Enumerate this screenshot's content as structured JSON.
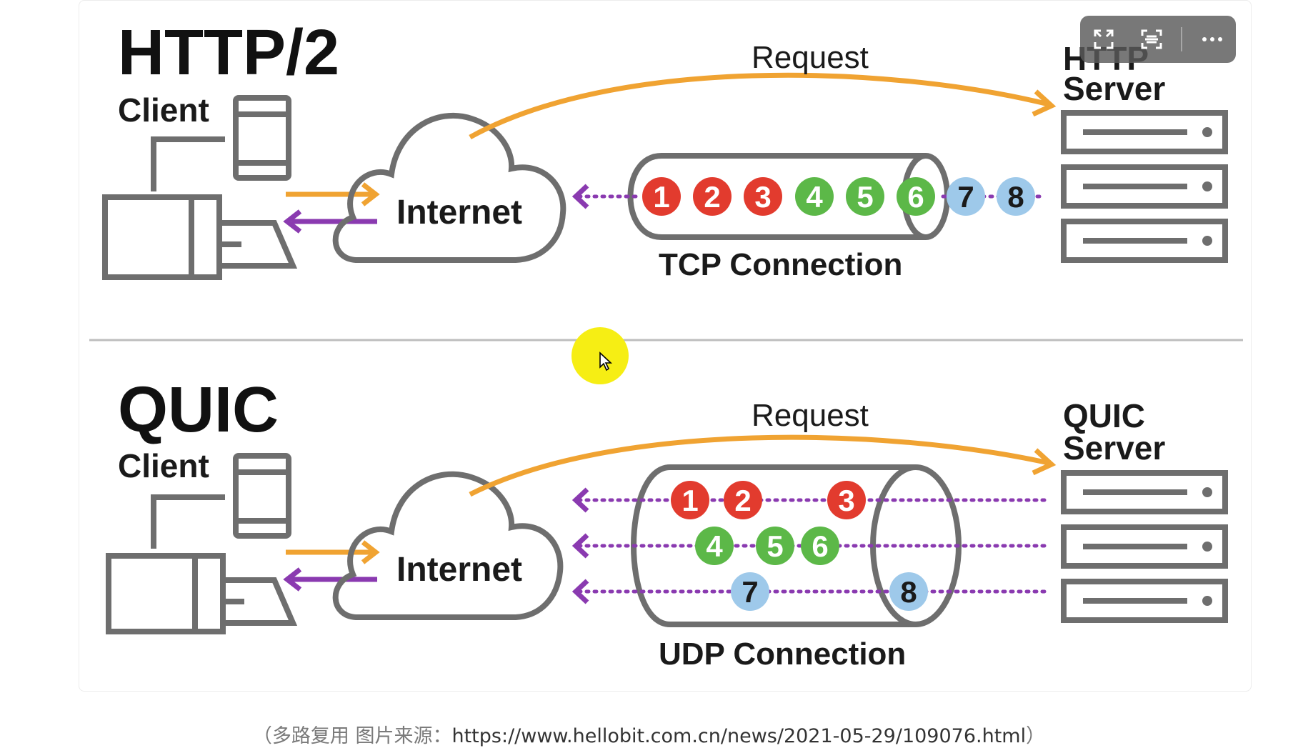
{
  "http2": {
    "title": "HTTP/2",
    "client_label": "Client",
    "internet_label": "Internet",
    "request_label": "Request",
    "server_label_line1": "HTTP",
    "server_label_line2": "Server",
    "connection_label": "TCP Connection",
    "packets": [
      "1",
      "2",
      "3",
      "4",
      "5",
      "6",
      "7",
      "8"
    ]
  },
  "quic": {
    "title": "QUIC",
    "client_label": "Client",
    "internet_label": "Internet",
    "request_label": "Request",
    "server_label_line1": "QUIC",
    "server_label_line2": "Server",
    "connection_label": "UDP Connection",
    "packets": [
      "1",
      "2",
      "3",
      "4",
      "5",
      "6",
      "7",
      "8"
    ]
  },
  "colors": {
    "red": "#e23b2e",
    "green": "#5cb848",
    "blue": "#9ec9ea",
    "orange": "#f0a332",
    "purple": "#8a3ab0",
    "gray": "#6e6e6e",
    "text": "#1a1a1a"
  },
  "toolbar": {
    "fullscreen_icon": "fullscreen-icon",
    "scan_icon": "scan-text-icon",
    "more_icon": "more-icon"
  },
  "caption": {
    "prefix": "（多路复用 图片来源：",
    "url": "https://www.hellobit.com.cn/news/2021-05-29/109076.html",
    "suffix": "）"
  }
}
